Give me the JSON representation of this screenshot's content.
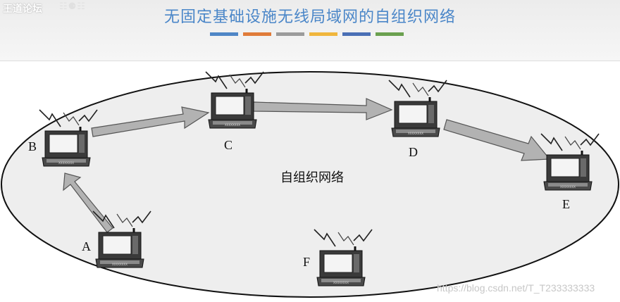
{
  "header": {
    "brand": "王道论坛",
    "brand_decoration": "☷⚈☷",
    "title": "无固定基础设施无线局域网的自组织网络",
    "bar_colors": [
      "#4f86c6",
      "#e07b39",
      "#9b9b9b",
      "#f0b63c",
      "#4a6fb5",
      "#6aa04f"
    ]
  },
  "diagram": {
    "center_label": "自组织网络",
    "nodes": [
      {
        "id": "A",
        "label": "A"
      },
      {
        "id": "B",
        "label": "B"
      },
      {
        "id": "C",
        "label": "C"
      },
      {
        "id": "D",
        "label": "D"
      },
      {
        "id": "E",
        "label": "E"
      },
      {
        "id": "F",
        "label": "F"
      }
    ],
    "links": [
      [
        "A",
        "B"
      ],
      [
        "B",
        "C"
      ],
      [
        "C",
        "D"
      ],
      [
        "D",
        "E"
      ]
    ],
    "laptop_screen_text": "XXXXXXXX"
  },
  "watermark": "https://blog.csdn.net/T_T233333333"
}
